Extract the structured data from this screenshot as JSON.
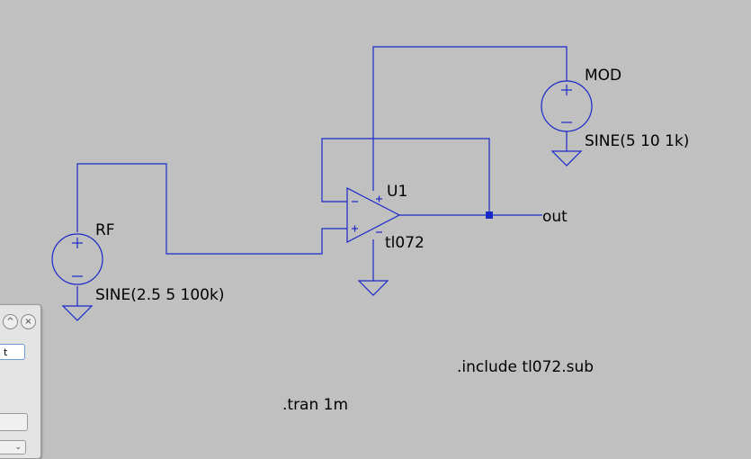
{
  "components": {
    "rf_source": {
      "name": "RF",
      "value": "SINE(2.5 5 100k)"
    },
    "mod_source": {
      "name": "MOD",
      "value": "SINE(5 10 1k)"
    },
    "opamp": {
      "name": "U1",
      "model": "tl072"
    }
  },
  "net_labels": {
    "output": "out"
  },
  "directives": {
    "include": ".include tl072.sub",
    "tran": ".tran 1m"
  },
  "dialog": {
    "input_value": "t",
    "minimize_glyph": "^",
    "close_glyph": "×",
    "combo_glyph": "⌄"
  },
  "colors": {
    "background": "#c0c0c0",
    "wire": "#1a28c8",
    "junction": "#1a28c8",
    "text": "#000000"
  }
}
